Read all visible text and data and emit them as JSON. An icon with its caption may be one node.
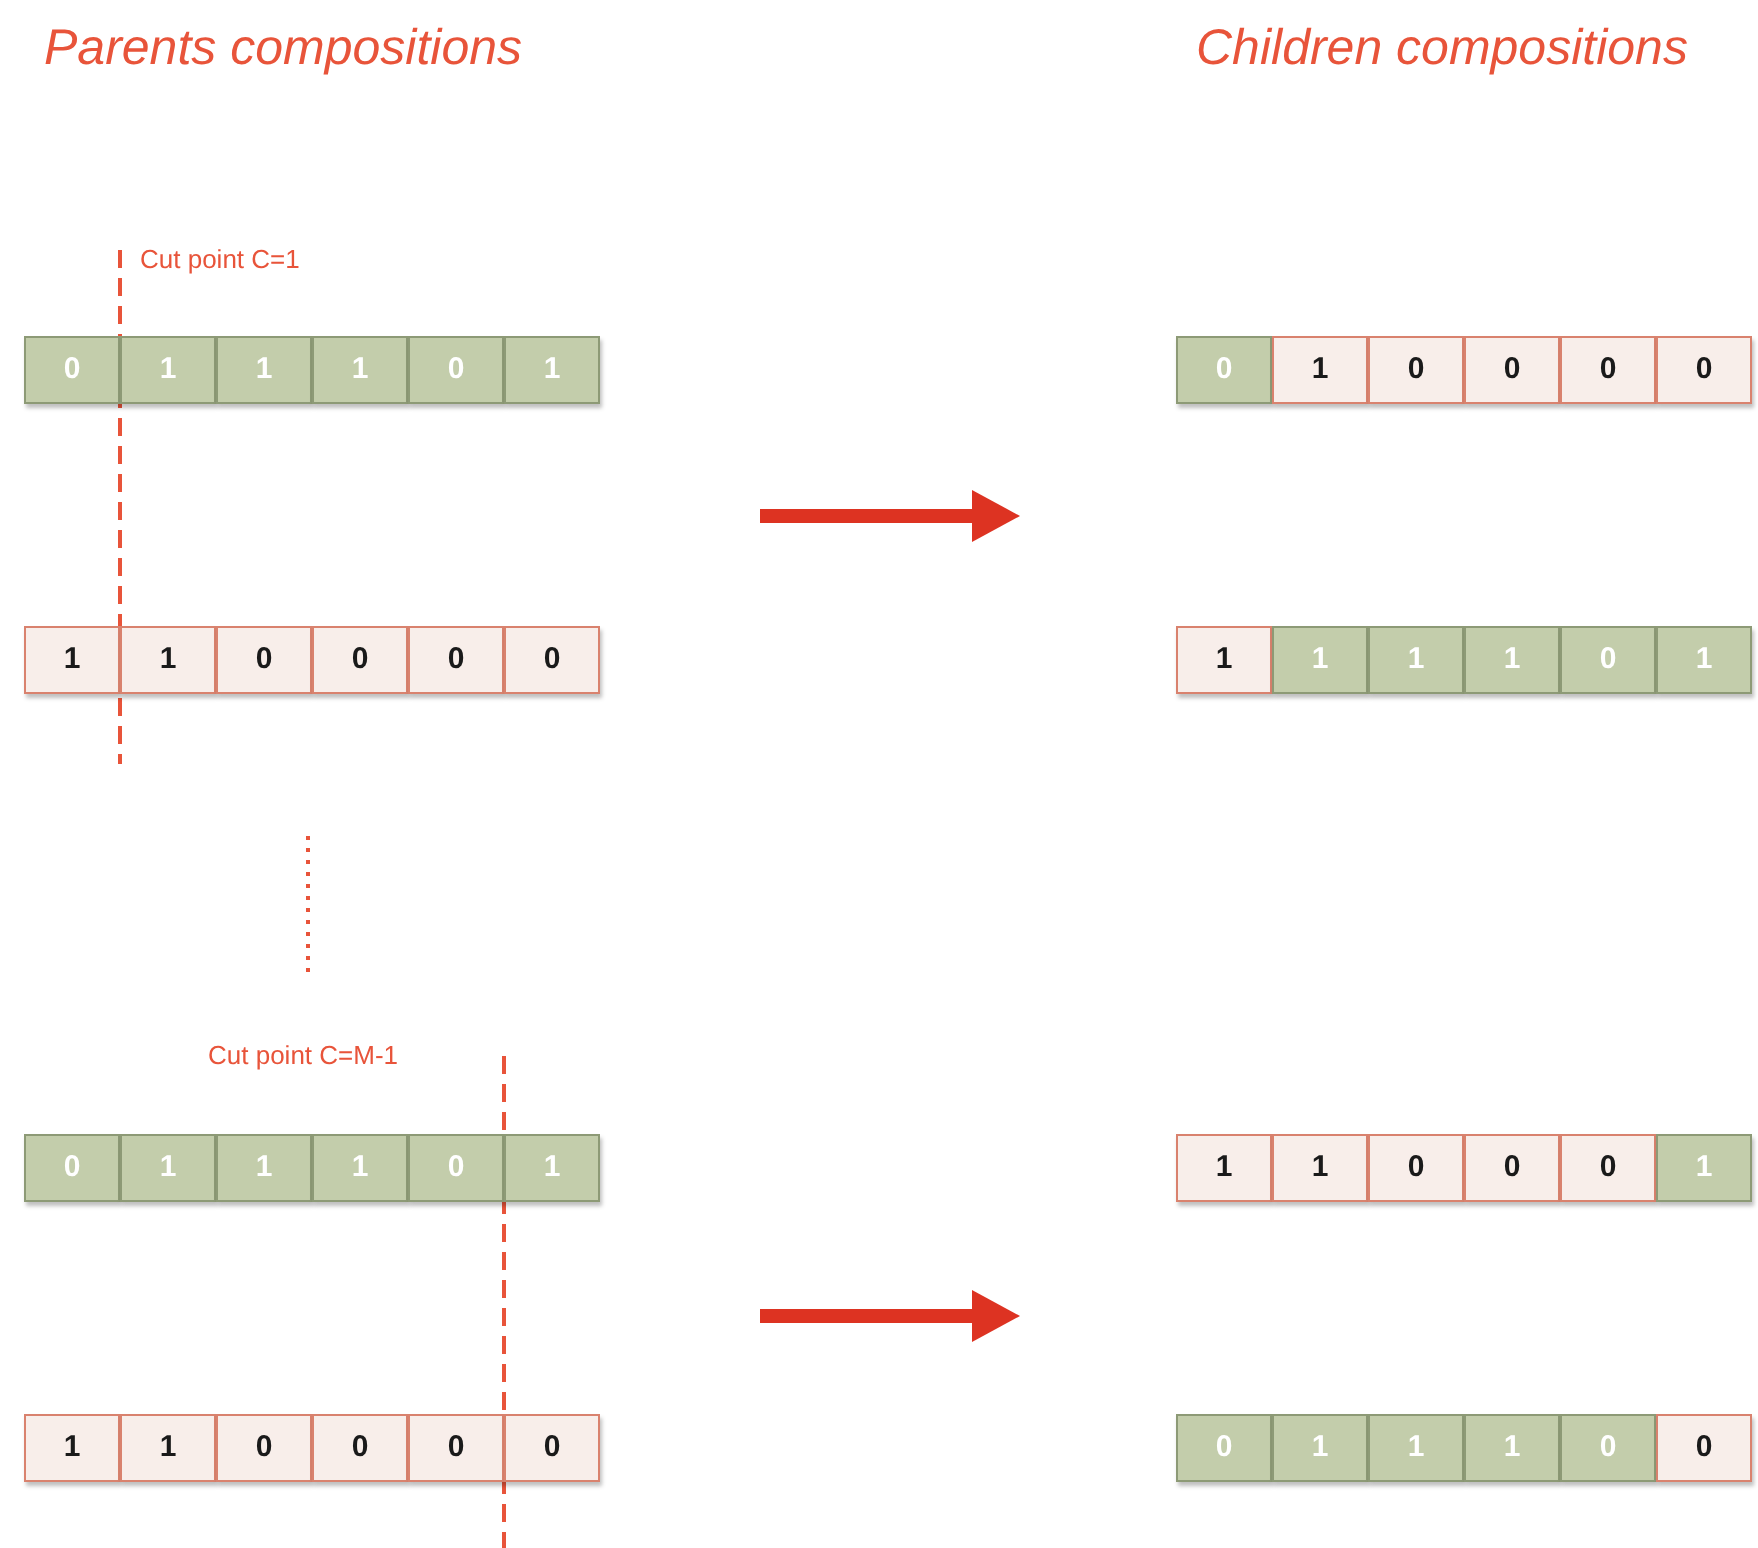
{
  "diagram": {
    "nodes": [
      {
        "text": [
          "0"
        ]
      },
      {
        "text": [
          "1"
        ]
      },
      {
        "text": [
          "1"
        ]
      },
      {
        "text": [
          "1"
        ]
      },
      {
        "text": [
          "0"
        ]
      },
      {
        "text": [
          "1"
        ]
      },
      {
        "text": [
          "0"
        ]
      },
      {
        "text": [
          "1"
        ]
      },
      {
        "text": [
          "0"
        ]
      },
      {
        "text": [
          "0"
        ]
      },
      {
        "text": [
          "0"
        ]
      },
      {
        "text": [
          "0"
        ]
      },
      {
        "text": [
          "1"
        ]
      },
      {
        "text": [
          "1"
        ]
      },
      {
        "text": [
          "0"
        ]
      },
      {
        "text": [
          "0"
        ]
      },
      {
        "text": [
          "0"
        ]
      },
      {
        "text": [
          "0"
        ]
      },
      {
        "text": [
          "1"
        ]
      },
      {
        "text": [
          "1"
        ]
      },
      {
        "text": [
          "1"
        ]
      },
      {
        "text": [
          "1"
        ]
      },
      {
        "text": [
          "0"
        ]
      },
      {
        "text": [
          "1"
        ]
      },
      {
        "text": [
          "0"
        ]
      },
      {
        "text": [
          "1"
        ]
      },
      {
        "text": [
          "1"
        ]
      },
      {
        "text": [
          "1"
        ]
      },
      {
        "text": [
          "0"
        ]
      },
      {
        "text": [
          "1"
        ]
      },
      {
        "text": [
          "1"
        ]
      },
      {
        "text": [
          "1"
        ]
      },
      {
        "text": [
          "0"
        ]
      },
      {
        "text": [
          "0"
        ]
      },
      {
        "text": [
          "0"
        ]
      },
      {
        "text": [
          "1"
        ]
      },
      {
        "text": [
          "1"
        ]
      },
      {
        "text": [
          "1"
        ]
      },
      {
        "text": [
          "0"
        ]
      },
      {
        "text": [
          "0"
        ]
      },
      {
        "text": [
          "0"
        ]
      },
      {
        "text": [
          "0"
        ]
      },
      {
        "text": [
          "0"
        ]
      },
      {
        "text": [
          "1"
        ]
      },
      {
        "text": [
          "1"
        ]
      },
      {
        "text": [
          "1"
        ]
      },
      {
        "text": [
          "0"
        ]
      },
      {
        "text": [
          "0"
        ]
      }
    ],
    "labels": [
      "Parents compositions",
      "Children compositions",
      "Cut point C=1",
      "Cut point C=M-1"
    ]
  }
}
